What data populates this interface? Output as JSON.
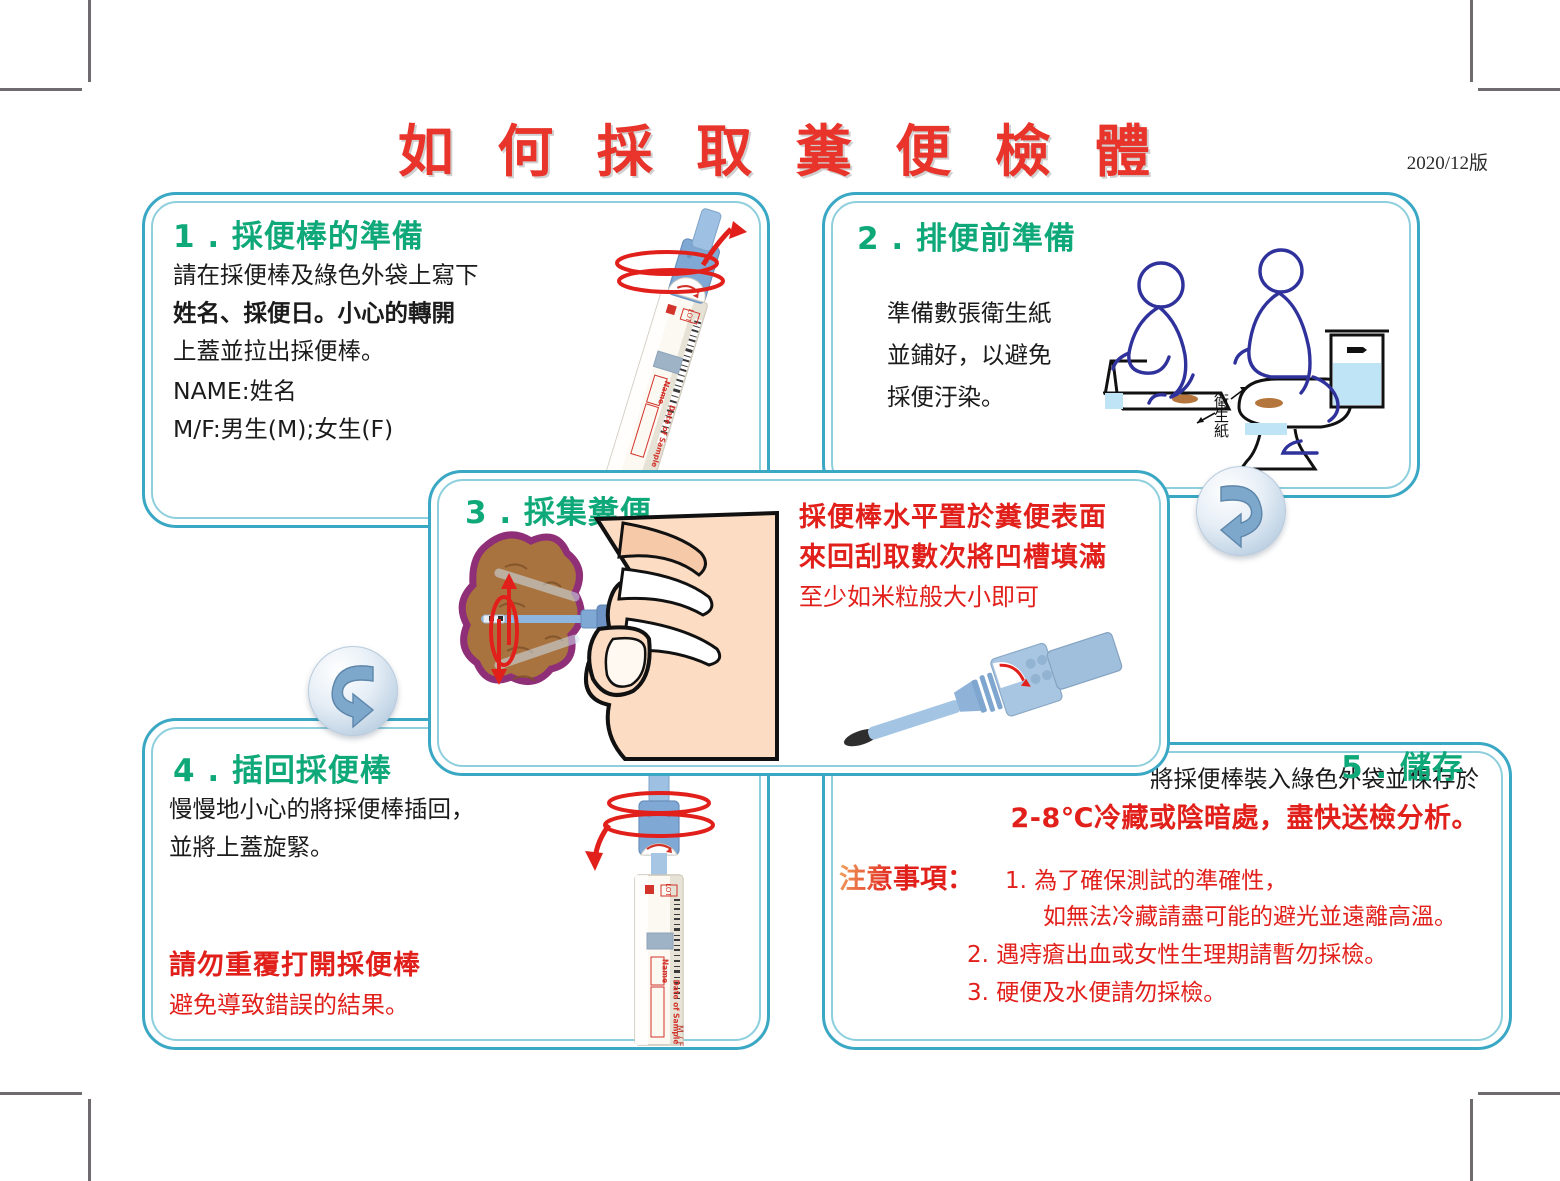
{
  "poster": {
    "title": "如 何 採 取 糞 便 檢 體",
    "version": "2020/12版"
  },
  "colors": {
    "title_red": "#e8342a",
    "heading_green": "#0fa878",
    "border_teal": "#3aa8c4",
    "border_teal_light": "#8ecfdd",
    "warning_red": "#e2201b"
  },
  "steps": [
    {
      "heading": "1 . 採便棒的準備",
      "lines": [
        "請在採便棒及綠色外袋上寫下",
        "姓名、採便日。小心的轉開",
        "上蓋並拉出採便棒。",
        "NAME:姓名",
        "M/F:男生(M);女生(F)"
      ]
    },
    {
      "heading": "2 . 排便前準備",
      "lines": [
        "準備數張衛生紙",
        "並鋪好，以避免",
        "採便汙染。"
      ],
      "illustration_label": "衛生紙"
    },
    {
      "heading": "3 . 採集糞便",
      "emphasis_lines": [
        "採便棒水平置於糞便表面",
        "來回刮取數次將凹槽填滿"
      ],
      "sub_line": "至少如米粒般大小即可"
    },
    {
      "heading": "4 . 插回採便棒",
      "lines": [
        "慢慢地小心的將採便棒插回，",
        "並將上蓋旋緊。"
      ],
      "warning_bold": "請勿重覆打開採便棒",
      "warning_sub": "避免導致錯誤的結果。"
    },
    {
      "heading": "5 . 儲存",
      "line1": "將採便棒裝入綠色外袋並保存於",
      "line2": "2-8℃冷藏或陰暗處，盡快送檢分析。",
      "notice_label": "注意事項：",
      "notices": [
        "1. 為了確保測試的準確性，",
        "如無法冷藏請盡可能的避光並遠離高溫。",
        "2. 遇痔瘡出血或女性生理期請暫勿採檢。",
        "3. 硬便及水便請勿採檢。"
      ]
    }
  ],
  "tube_labels": {
    "lot": "LOT",
    "name": "Name",
    "date": "Date of Sample",
    "mf": "M / F"
  },
  "flow_arrows": [
    {
      "name": "flow-arrow-step2-to-step3",
      "direction": "down-left"
    },
    {
      "name": "flow-arrow-step3-to-step4",
      "direction": "down-left"
    }
  ]
}
